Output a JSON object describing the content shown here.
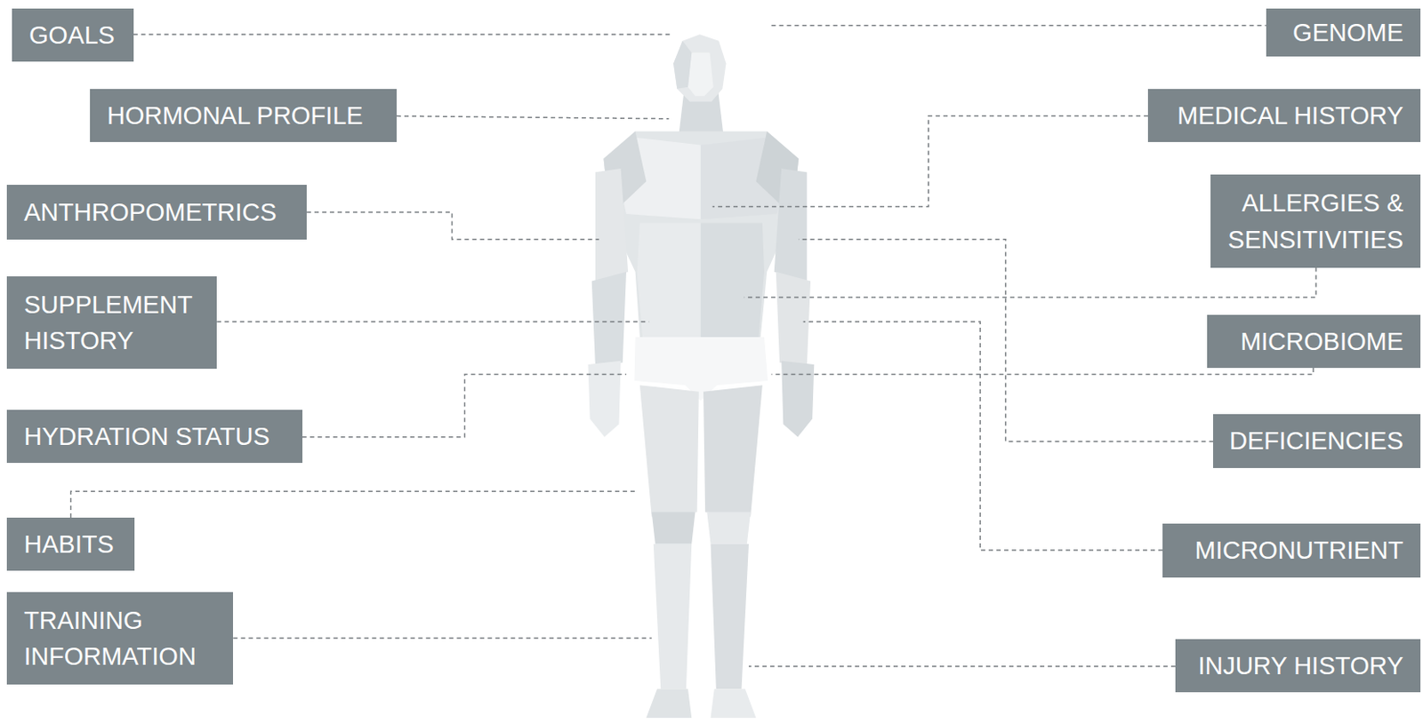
{
  "diagram": {
    "nodes": [
      {
        "text": [
          "GOALS"
        ]
      },
      {
        "text": [
          "GENOME"
        ]
      },
      {
        "text": [
          "HORMONAL PROFILE"
        ]
      },
      {
        "text": [
          "MEDICAL HISTORY"
        ]
      },
      {
        "text": [
          "ANTHROPOMETRICS"
        ]
      },
      {
        "text": [
          "ALLERGIES & SENSITIVITIES"
        ]
      },
      {
        "text": [
          "SUPPLEMENT HISTORY"
        ]
      },
      {
        "text": [
          "MICROBIOME"
        ]
      },
      {
        "text": [
          "HYDRATION STATUS"
        ]
      },
      {
        "text": [
          "DEFICIENCIES"
        ]
      },
      {
        "text": [
          "HABITS"
        ]
      },
      {
        "text": [
          "MICRONUTRIENT"
        ]
      },
      {
        "text": [
          "TRAINING INFORMATION"
        ]
      },
      {
        "text": [
          "INJURY HISTORY"
        ]
      }
    ]
  }
}
